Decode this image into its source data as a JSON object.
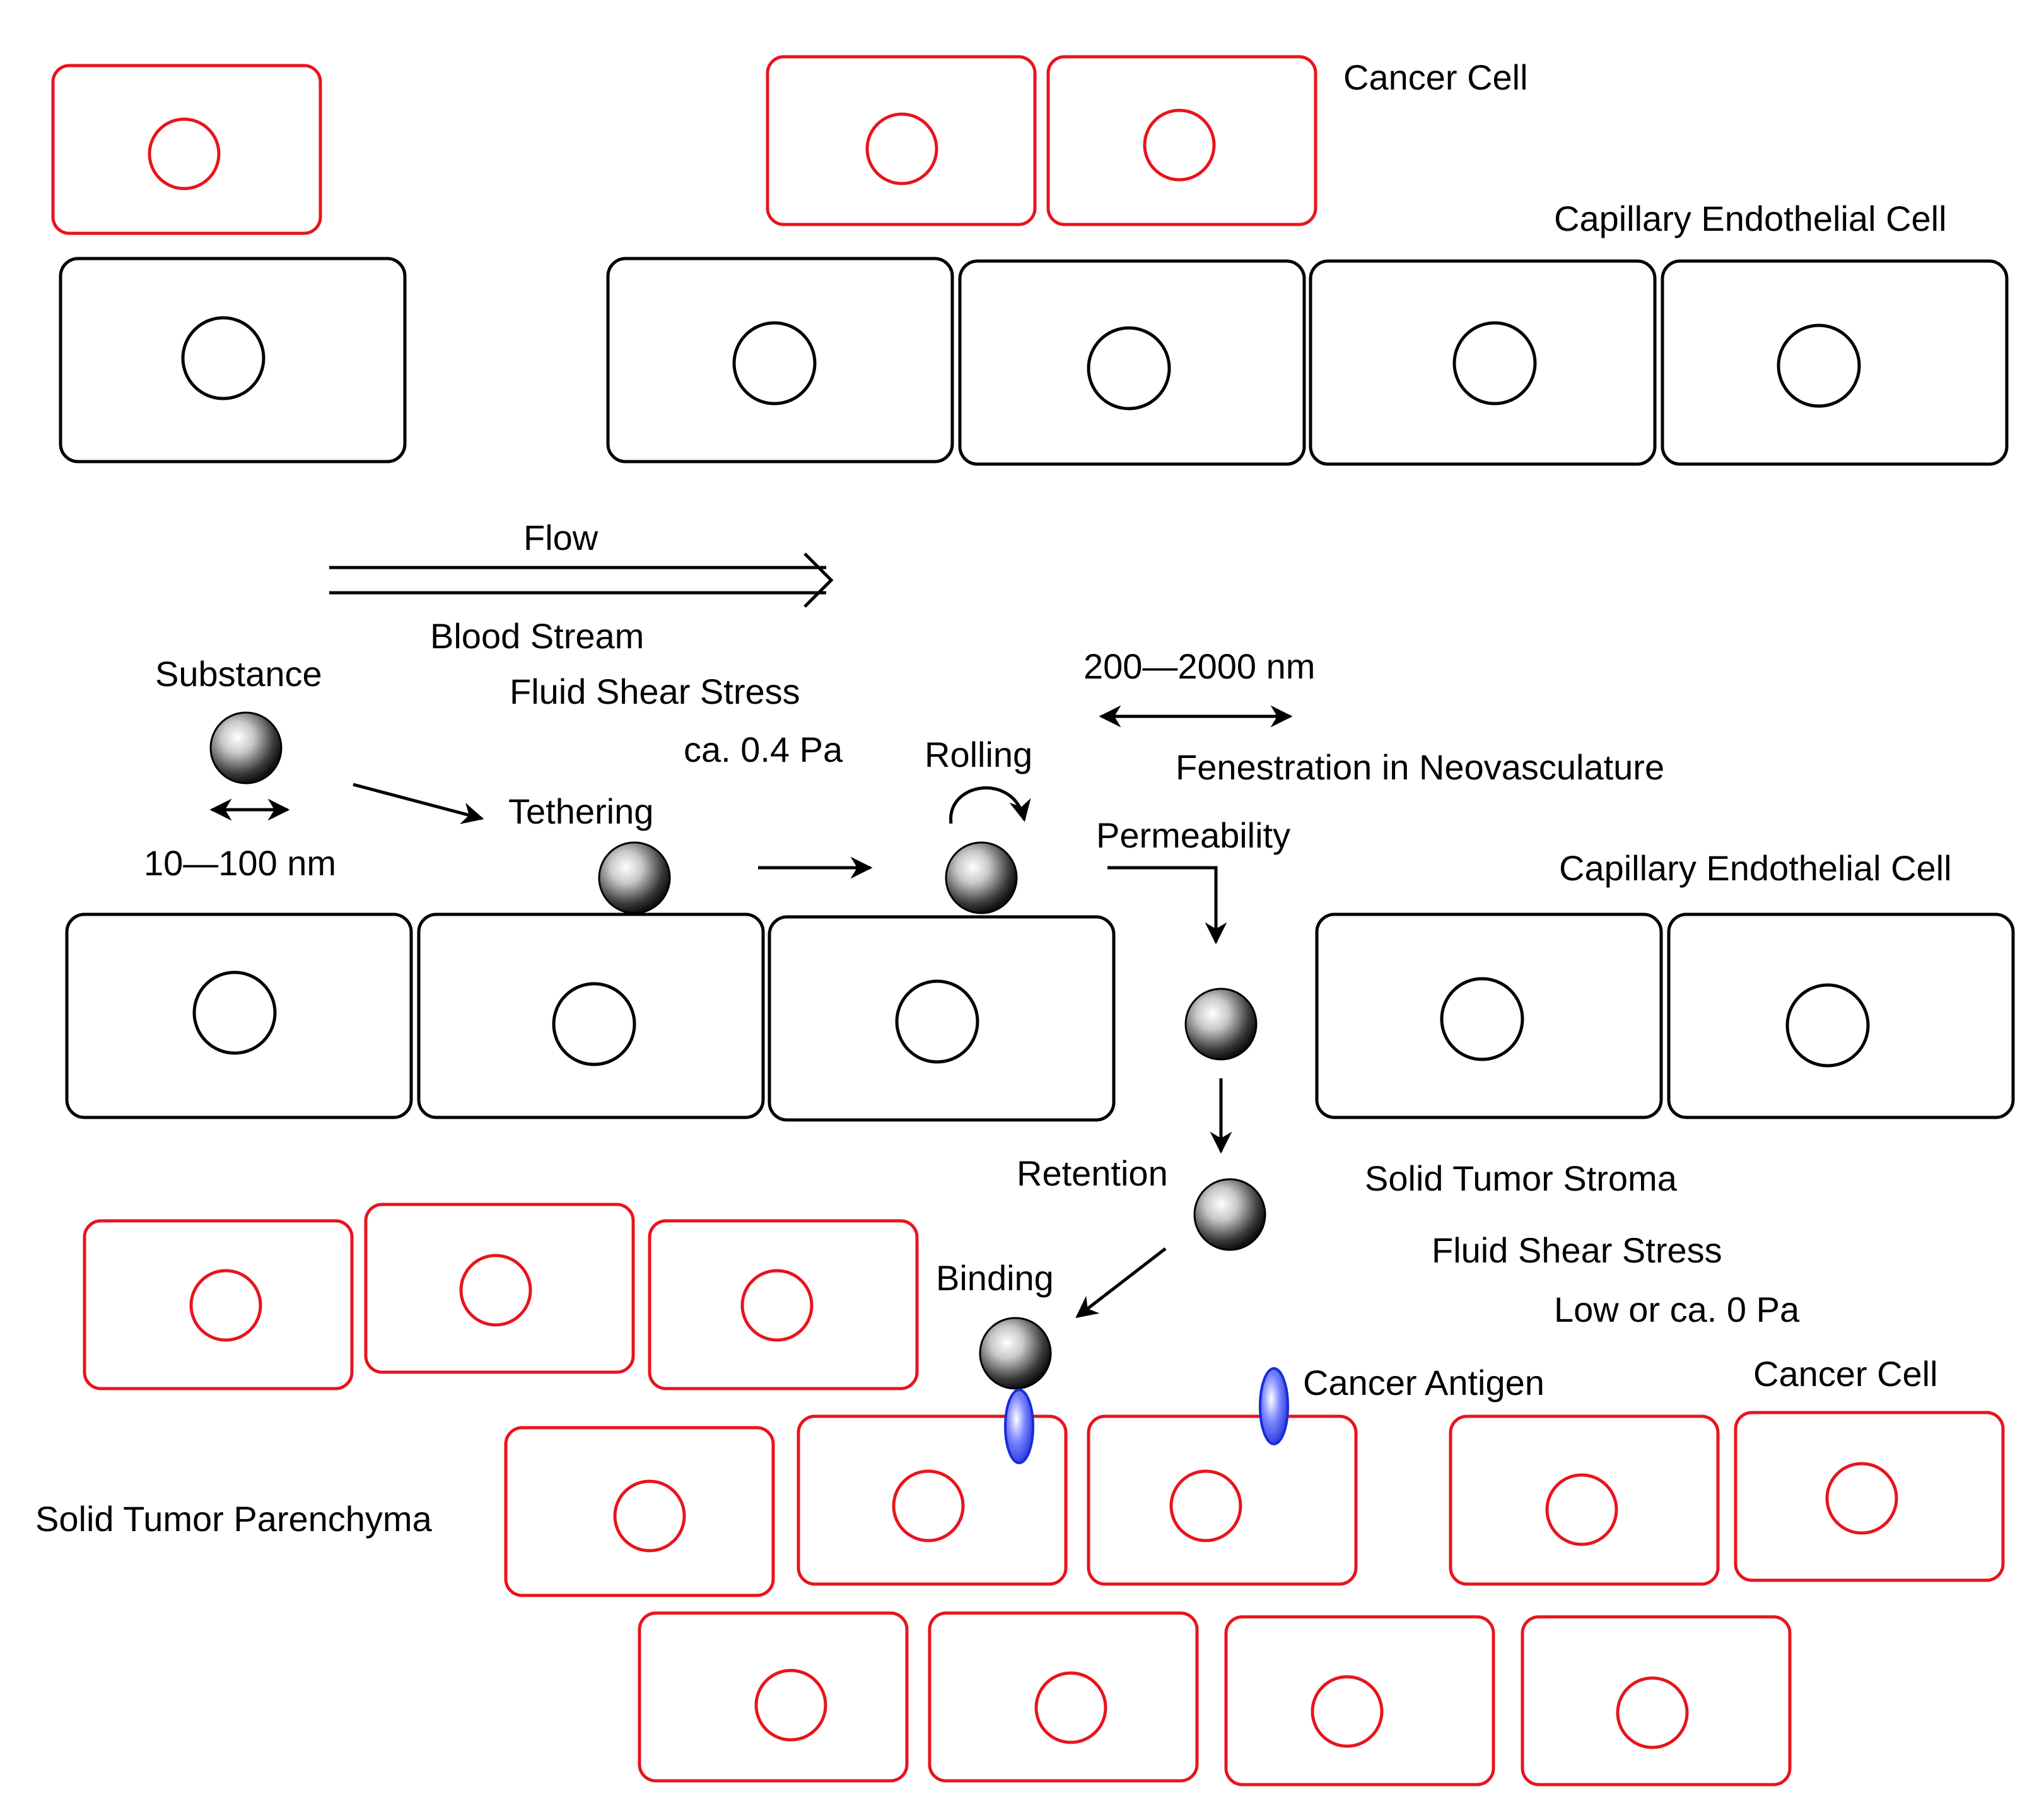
{
  "labels": {
    "cancer_cell_top": "Cancer Cell",
    "capillary_top": "Capillary Endothelial Cell",
    "flow": "Flow",
    "blood_stream": "Blood Stream",
    "fluid_shear_blood": "Fluid Shear Stress",
    "shear_blood_value": "ca. 0.4 Pa",
    "substance": "Substance",
    "size_substance": "10—100 nm",
    "tethering": "Tethering",
    "rolling": "Rolling",
    "fenestration_size": "200—2000 nm",
    "fenestration": "Fenestration in Neovasculature",
    "permeability": "Permeability",
    "capillary_mid": "Capillary Endothelial Cell",
    "retention": "Retention",
    "stroma": "Solid Tumor Stroma",
    "fluid_shear_stroma": "Fluid Shear Stress",
    "shear_stroma_value": "Low or ca. 0 Pa",
    "binding": "Binding",
    "cancer_antigen": "Cancer Antigen",
    "cancer_cell_bottom": "Cancer Cell",
    "parenchyma": "Solid Tumor Parenchyma"
  },
  "colors": {
    "cancer_cell": "#e8141c",
    "endothelial_cell": "#000000",
    "antigen": "#1a2bd6",
    "particle_light": "#ffffff",
    "particle_dark": "#1a1a1a"
  }
}
